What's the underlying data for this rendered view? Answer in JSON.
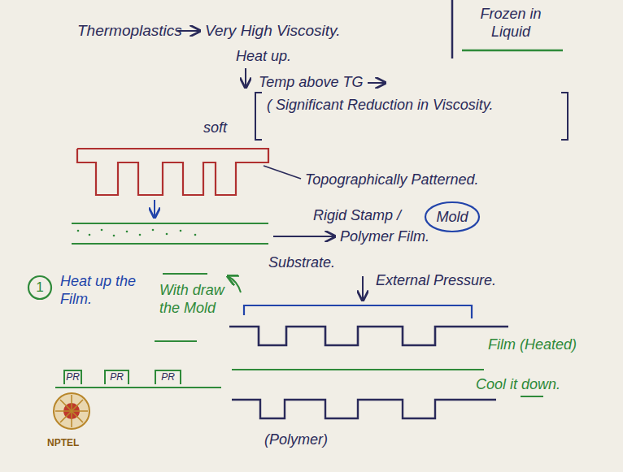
{
  "diagram": {
    "nodes": [
      {
        "text": [
          "Mold"
        ]
      },
      {
        "text": [
          "1"
        ]
      },
      {
        "text": [
          "PR"
        ]
      },
      {
        "text": [
          "PR"
        ]
      },
      {
        "text": [
          "PR"
        ]
      }
    ],
    "labels": [
      "Thermoplastics",
      "Very High Viscosity.",
      "Frozen in Liquid",
      "Heat up.",
      "Temp above TG",
      "soft",
      "( Significant Reduction in Viscosity.",
      "Topographically Patterned.",
      "Rigid Stamp /",
      "Polymer Film.",
      "Substrate.",
      "External Pressure.",
      "Heat up the Film.",
      "With draw the Mold",
      "Film (Heated)",
      "Cool it down.",
      "(Polymer)",
      "NPTEL"
    ]
  }
}
